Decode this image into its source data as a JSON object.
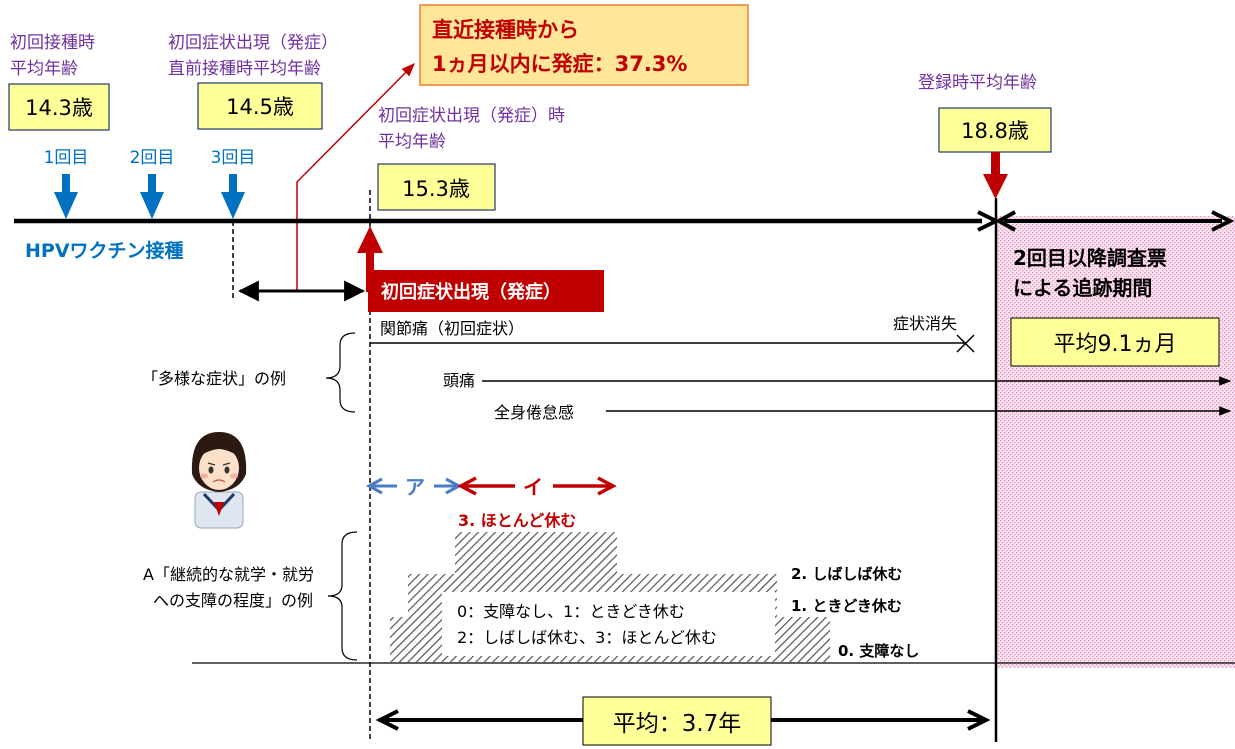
{
  "colors": {
    "purple": "#7030A0",
    "blue": "#0070C0",
    "red": "#C00000",
    "yellow_box": "#FFFF99",
    "yellow_box_orange": "#FFE699",
    "box_border_dark": "#1F3864",
    "box_border_orange": "#ED7D31",
    "pink_fill": "#FBE5F0",
    "pink_dots": "#E58BBE",
    "axis": "#000000"
  },
  "labels": {
    "first_vacc_age_title_1": "初回接種時",
    "first_vacc_age_title_2": "平均年齢",
    "first_vacc_age_value": "14.3歳",
    "pre_onset_vacc_age_title_1": "初回症状出現（発症）",
    "pre_onset_vacc_age_title_2": "直前接種時平均年齢",
    "pre_onset_vacc_age_value": "14.5歳",
    "within_month_line1": "直近接種時から",
    "within_month_line2": "1ヵ月以内に発症：37.3%",
    "onset_age_title_1": "初回症状出現（発症）時",
    "onset_age_title_2": "平均年齢",
    "onset_age_value": "15.3歳",
    "registration_age_title": "登録時平均年齢",
    "registration_age_value": "18.8歳",
    "dose_1": "1回目",
    "dose_2": "2回目",
    "dose_3": "3回目",
    "hpv_vaccination": "HPVワクチン接種",
    "first_onset": "初回症状出現（発症）",
    "followup_line1": "2回目以降調査票",
    "followup_line2": "による追跡期間",
    "followup_average": "平均9.1ヵ月",
    "joint_pain": "関節痛（初回症状）",
    "symptom_resolved": "症状消失",
    "headache": "頭痛",
    "fatigue": "全身倦怠感",
    "various_symptoms_example": "「多様な症状」の例",
    "interval_a": "ア",
    "interval_i": "イ",
    "level_3": "3. ほとんど休む",
    "level_2": "2. しばしば休む",
    "level_1": "1. ときどき休む",
    "level_0": "0. 支障なし",
    "legend_line1": "0：支障なし、1：ときどき休む",
    "legend_line2": "2：しばしば休む、3：ほとんど休む",
    "impairment_example_line1": "A「継続的な就学・就労",
    "impairment_example_line2": "への支障の程度」の例",
    "average_duration": "平均：3.7年"
  }
}
